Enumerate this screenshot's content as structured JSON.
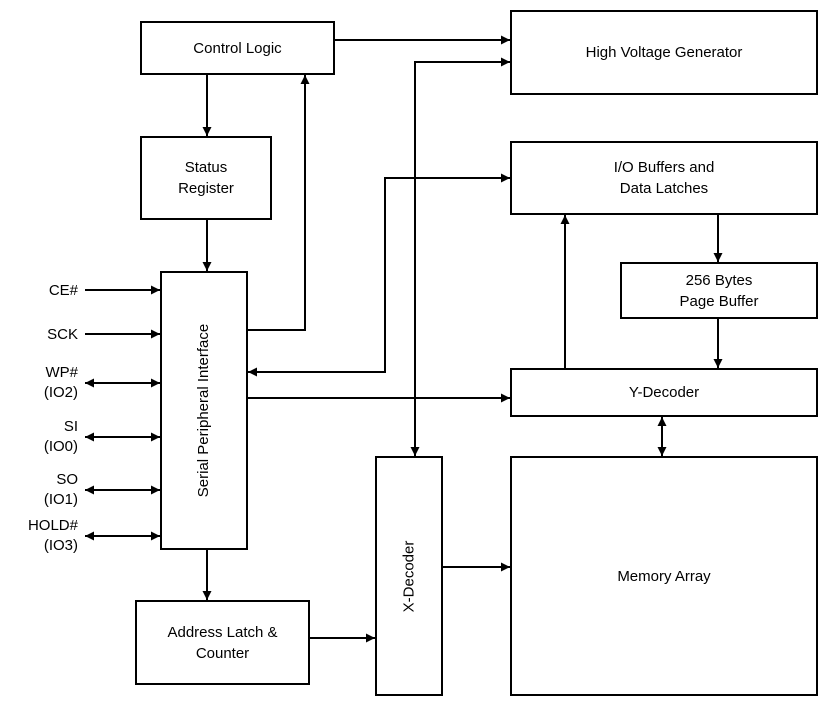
{
  "diagram": {
    "colors": {
      "line": "#000000",
      "box_border": "#000000",
      "background": "#ffffff"
    },
    "blocks": {
      "control_logic": {
        "label": "Control Logic"
      },
      "status_register": {
        "label": "Status\nRegister"
      },
      "spi": {
        "label": "Serial Peripheral Interface"
      },
      "address_latch": {
        "label": "Address Latch &\nCounter"
      },
      "x_decoder": {
        "label": "X-Decoder"
      },
      "high_voltage_generator": {
        "label": "High Voltage Generator"
      },
      "io_buffers": {
        "label": "I/O Buffers and\nData Latches"
      },
      "page_buffer": {
        "label": "256 Bytes\nPage Buffer"
      },
      "y_decoder": {
        "label": "Y-Decoder"
      },
      "memory_array": {
        "label": "Memory Array"
      }
    },
    "pins": [
      {
        "name": "CE#",
        "sub": "",
        "direction": "in"
      },
      {
        "name": "SCK",
        "sub": "",
        "direction": "in"
      },
      {
        "name": "WP#",
        "sub": "(IO2)",
        "direction": "bidirectional"
      },
      {
        "name": "SI",
        "sub": "(IO0)",
        "direction": "bidirectional"
      },
      {
        "name": "SO",
        "sub": "(IO1)",
        "direction": "bidirectional"
      },
      {
        "name": "HOLD#",
        "sub": "(IO3)",
        "direction": "bidirectional"
      }
    ]
  }
}
